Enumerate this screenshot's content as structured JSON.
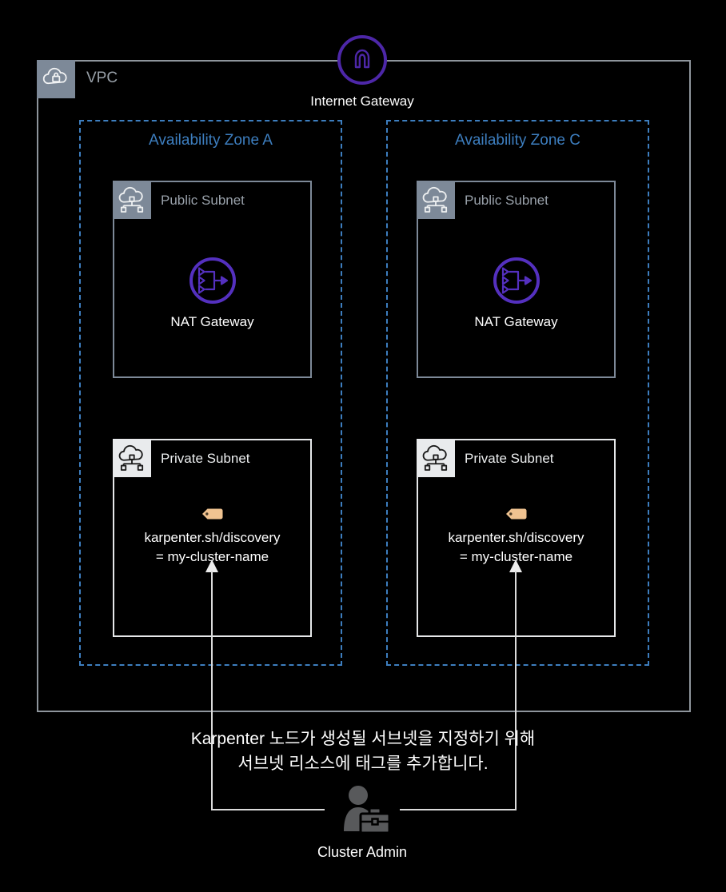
{
  "vpc": {
    "label": "VPC"
  },
  "internet_gateway": {
    "label": "Internet Gateway"
  },
  "zones": [
    {
      "label": "Availability Zone A"
    },
    {
      "label": "Availability Zone C"
    }
  ],
  "subnets": {
    "public_label": "Public Subnet",
    "private_label": "Private Subnet",
    "nat_label": "NAT Gateway",
    "tag_line1": "karpenter.sh/discovery",
    "tag_line2": "= my-cluster-name"
  },
  "annotation": {
    "line1": "Karpenter 노드가 생성될 서브넷을 지정하기 위해",
    "line2": "서브넷 리소스에 태그를 추가합니다."
  },
  "admin": {
    "label": "Cluster Admin"
  },
  "colors": {
    "az_blue": "#3D7EBF",
    "igw_purple": "#4D27A8",
    "nat_purple": "#5430BF",
    "vpc_border_gray": "#8E959C",
    "public_subnet_gray": "#7D8998",
    "private_subnet_white": "#E9EBED",
    "tag_tan": "#F0C391",
    "admin_gray": "#58595B",
    "connector_white": "#DBDBDB",
    "background": "#000000"
  }
}
